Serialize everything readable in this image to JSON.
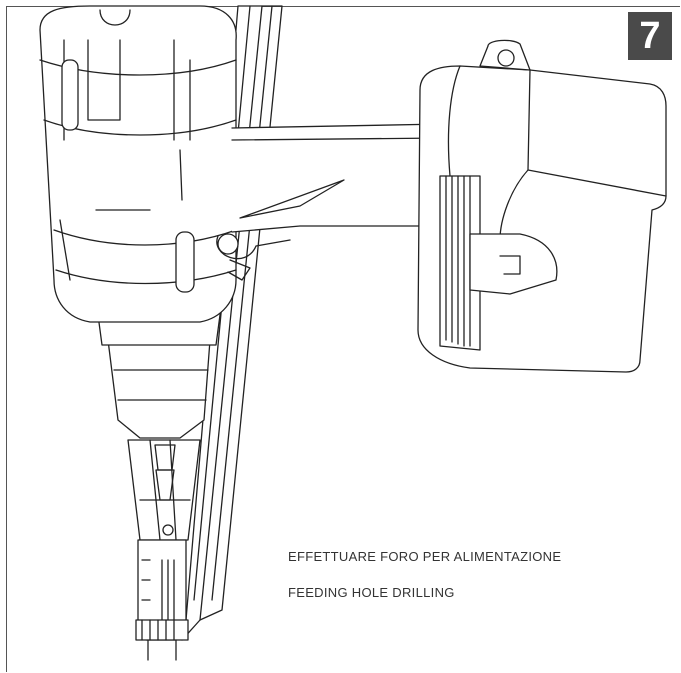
{
  "step": {
    "number": "7"
  },
  "captions": {
    "italian": "EFFETTUARE FORO PER ALIMENTAZIONE",
    "english": "FEEDING HOLE DRILLING"
  },
  "illustration": {
    "subject": "drill-on-rail"
  }
}
